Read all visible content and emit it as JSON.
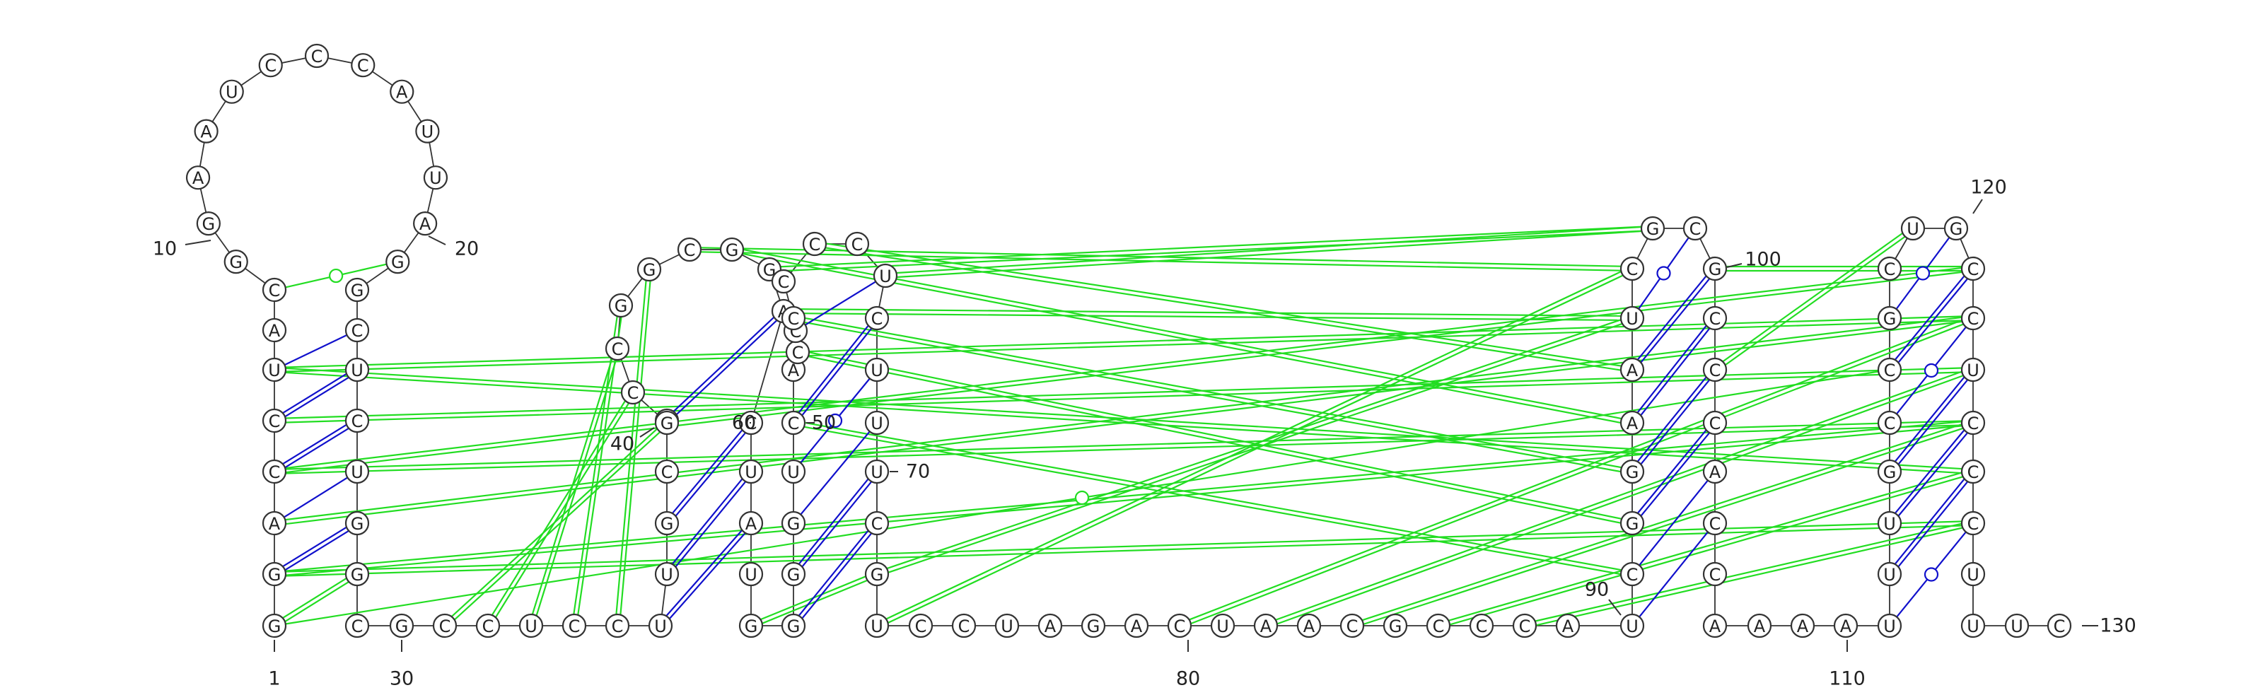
{
  "diagram": {
    "type": "rna-secondary-structure",
    "sequence": "GGACAUCUGGAAUCCCAUUAGGCUGUCCGCGGCUGCGGAGGCUGGUUCCGAUUAGGCCCUCCUCGCAGACUAGUGCACUCAUCUGGCCCUCAGCACCGGUAGCGCCAGUGUCGGCACCCUGCUCCCCGUCCU",
    "nucleotides": [
      "G",
      "G",
      "A",
      "C",
      "C",
      "U",
      "A",
      "C",
      "G",
      "G",
      "A",
      "A",
      "U",
      "C",
      "C",
      "C",
      "A",
      "U",
      "U",
      "A",
      "G",
      "G",
      "C",
      "U",
      "C",
      "U",
      "G",
      "G",
      "C",
      "G",
      "C",
      "C",
      "U",
      "C",
      "C",
      "U",
      "U",
      "G",
      "C",
      "G",
      "G",
      "C",
      "C",
      "G",
      "G",
      "C",
      "G",
      "G",
      "A",
      "C",
      "U",
      "A",
      "U",
      "G",
      "G",
      "G",
      "G",
      "U",
      "C",
      "A",
      "C",
      "C",
      "C",
      "C",
      "C",
      "C",
      "U",
      "C",
      "U",
      "U",
      "U",
      "C",
      "G",
      "U",
      "C",
      "C",
      "U",
      "A",
      "G",
      "A",
      "C",
      "U",
      "A",
      "A",
      "C",
      "G",
      "C",
      "C",
      "C",
      "A",
      "U",
      "C",
      "G",
      "G",
      "A",
      "A",
      "U",
      "C",
      "G",
      "C",
      "G",
      "C",
      "C",
      "C",
      "A",
      "C",
      "C",
      "A",
      "A",
      "A",
      "A",
      "U",
      "U",
      "U",
      "G",
      "C",
      "C",
      "G",
      "C",
      "U",
      "G",
      "C",
      "C",
      "U",
      "C",
      "C",
      "C",
      "U",
      "U",
      "U",
      "C"
    ],
    "helix_1_base": [
      "G",
      "C",
      "C",
      "G",
      "G",
      "C"
    ],
    "index_labels": [
      "1",
      "10",
      "20",
      "30",
      "40",
      "50",
      "60",
      "70",
      "80",
      "90",
      "100",
      "110",
      "120",
      "130"
    ],
    "colors": {
      "canonical_pair": "#1010cc",
      "noncanonical_pair": "#22dd22",
      "backbone": "#333333",
      "nucleotide_fill": "#ffffff"
    }
  }
}
